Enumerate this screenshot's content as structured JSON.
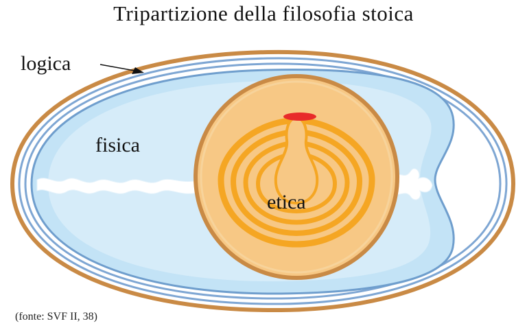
{
  "title": "Tripartizione della filosofia stoica",
  "labels": {
    "logica": "logica",
    "fisica": "fisica",
    "etica": "etica"
  },
  "source": "(fonte: SVF II, 38)",
  "colors": {
    "shell": "#c98a45",
    "membrane": "#7ea6d3",
    "albumen": "#c3e3f6",
    "albumen_light": "#dff0fb",
    "yolk": "#f7c885",
    "yolk_ring": "#f5a623",
    "yolk_border": "#c98a45",
    "germ": "#e82a2a"
  }
}
